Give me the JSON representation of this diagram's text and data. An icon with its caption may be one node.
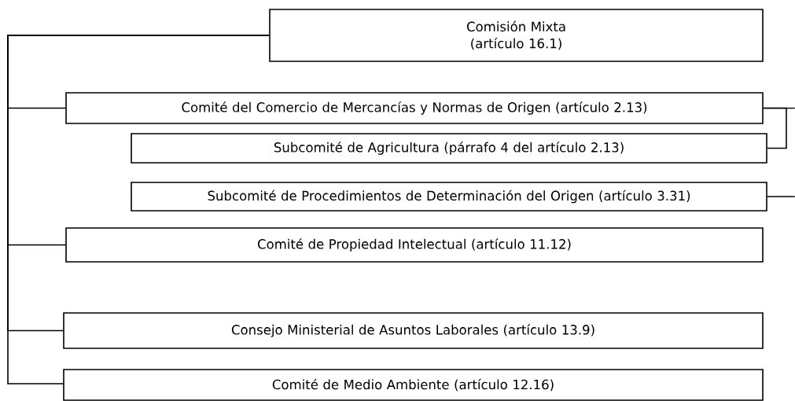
{
  "diagram": {
    "nodes": [
      {
        "text": [
          "Comisión Mixta (artículo 16.1)"
        ]
      },
      {
        "text": [
          "Comité del Comercio de Mercancías y Normas de Origen (artículo 2.13)"
        ]
      },
      {
        "text": [
          "Subcomité de Agricultura (párrafo 4 del artículo 2.13)"
        ]
      },
      {
        "text": [
          "Subcomité de Procedimientos de Determinación del Origen (artículo 3.31)"
        ]
      },
      {
        "text": [
          "Comité de Propiedad Intelectual (artículo 11.12)"
        ]
      },
      {
        "text": [
          "Consejo Ministerial de Asuntos Laborales (artículo 13.9)"
        ]
      },
      {
        "text": [
          "Comité de Medio Ambiente (artículo 12.16)"
        ]
      }
    ],
    "edges": [
      {
        "from": 0,
        "to": 1,
        "arrow": "none"
      },
      {
        "from": 0,
        "to": 4,
        "arrow": "none"
      },
      {
        "from": 0,
        "to": 5,
        "arrow": "none"
      },
      {
        "from": 0,
        "to": 6,
        "arrow": "none"
      },
      {
        "from": 1,
        "to": 2,
        "arrow": "none"
      },
      {
        "from": 1,
        "to": null,
        "arrow": "none"
      },
      {
        "from": 3,
        "to": null,
        "arrow": "none"
      }
    ]
  }
}
